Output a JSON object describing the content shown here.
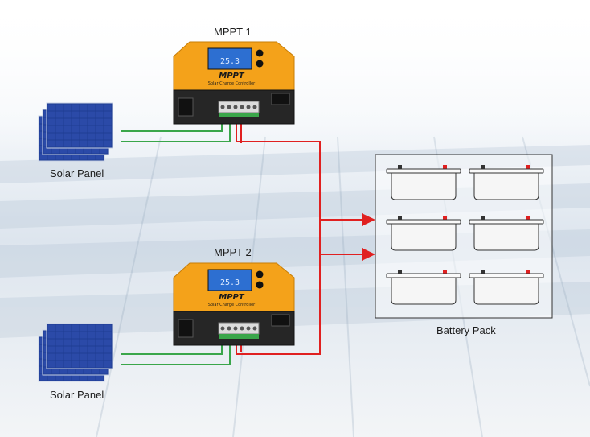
{
  "controllers": [
    {
      "label": "MPPT 1",
      "brand": "MPPT",
      "subtitle": "Solar Charge Controller",
      "screen_value": "25.3"
    },
    {
      "label": "MPPT 2",
      "brand": "MPPT",
      "subtitle": "Solar Charge Controller",
      "screen_value": "25.3"
    }
  ],
  "panels": [
    {
      "label": "Solar Panel"
    },
    {
      "label": "Solar Panel"
    }
  ],
  "battery_pack": {
    "label": "Battery Pack",
    "battery_count": 6
  },
  "colors": {
    "pv_wire": "#3aa64a",
    "battery_wire": "#e02020",
    "controller_body": "#f4a21a",
    "controller_base": "#262626",
    "screen": "#2d6fd1",
    "panel_cell": "#2b4aa8"
  },
  "icons": {
    "controller": "mppt-controller-icon",
    "panel": "solar-panel-icon",
    "battery": "battery-icon",
    "arrow": "arrow-right-icon"
  }
}
